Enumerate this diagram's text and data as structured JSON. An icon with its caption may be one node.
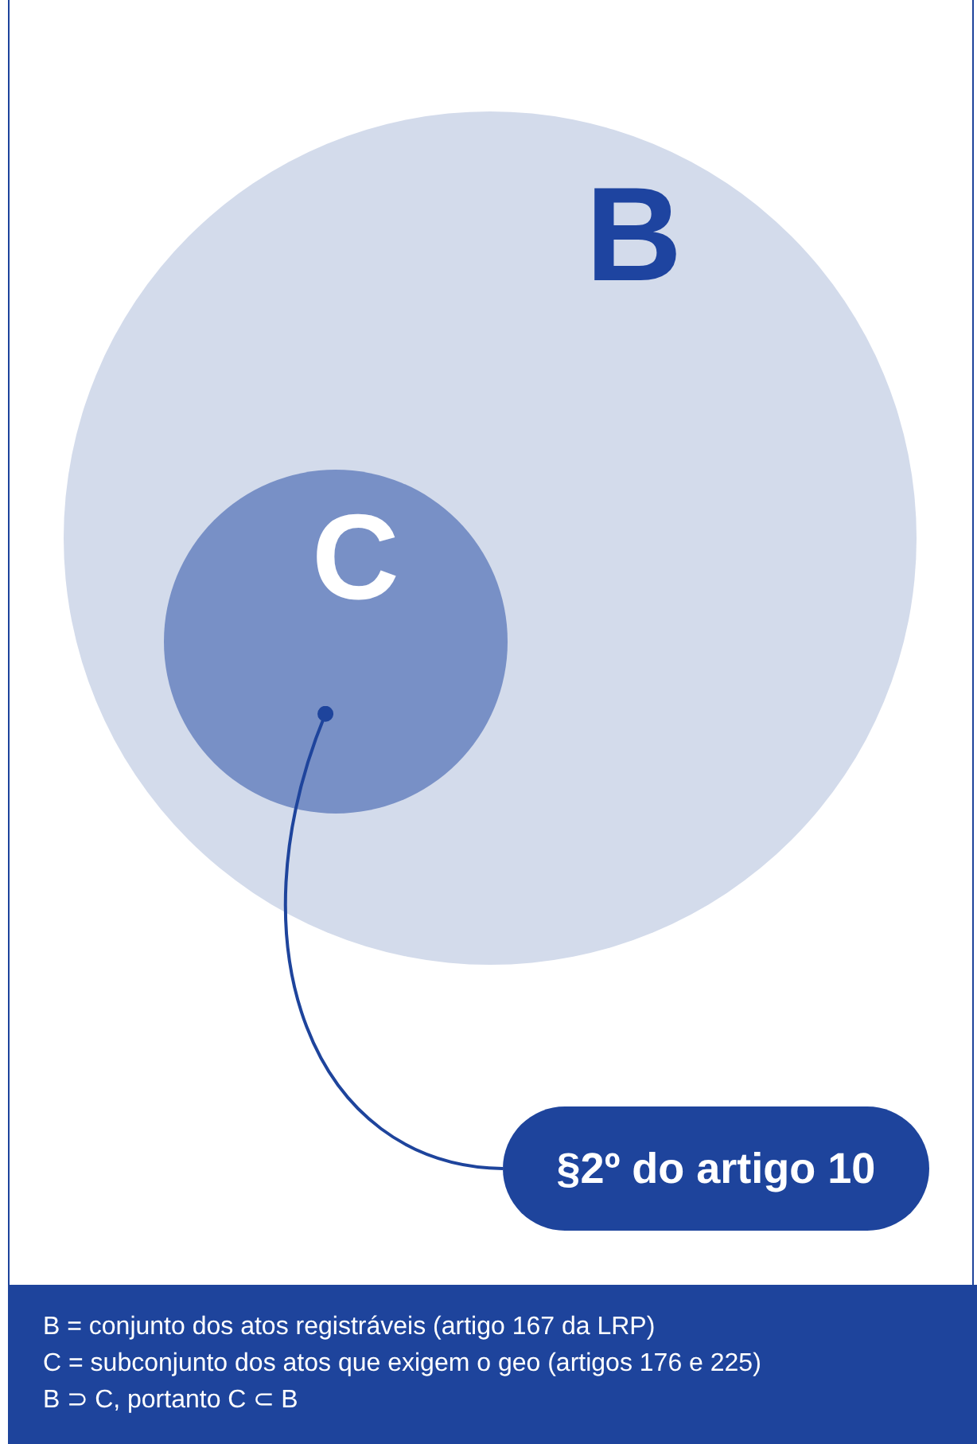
{
  "diagram": {
    "nodes": [
      {
        "text": [
          "B"
        ]
      },
      {
        "text": [
          "C"
        ],
        "in": 0
      },
      {
        "text": [
          "§2º do artigo 10"
        ]
      },
      {
        "text": [
          "B = conjunto dos atos registráveis (artigo 167 da LRP)",
          "C = subconjunto dos atos que exigem o geo (artigos 176 e 225)",
          "B ⊃ C, portanto C ⊂ B"
        ]
      }
    ],
    "edges": [
      {
        "from": 2,
        "to": 1,
        "arrow": "other"
      }
    ]
  }
}
